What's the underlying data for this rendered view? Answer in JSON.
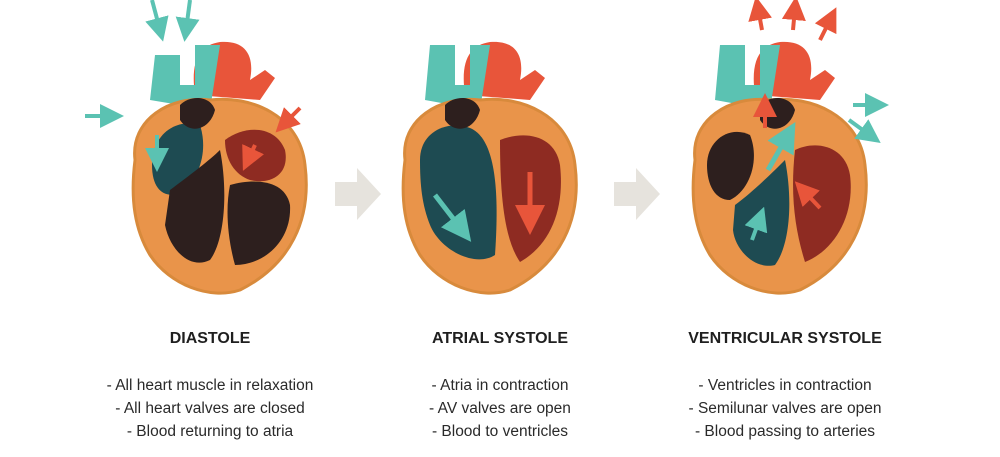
{
  "colors": {
    "teal": "#5bc2b2",
    "red": "#e8553a",
    "dark_chamber": "#2d1f1e",
    "teal_blood": "#1e4b52",
    "red_blood": "#8e2b22",
    "muscle": "#e9944a",
    "arrow_gray": "#e6e3dd"
  },
  "stages": [
    {
      "title": "DIASTOLE",
      "points": [
        "- All heart muscle in relaxation",
        "- All heart valves are closed",
        "- Blood returning to atria"
      ]
    },
    {
      "title": "ATRIAL SYSTOLE",
      "points": [
        "- Atria in contraction",
        "- AV valves are open",
        "- Blood to ventricles"
      ]
    },
    {
      "title": "VENTRICULAR SYSTOLE",
      "points": [
        "- Ventricles in contraction",
        "- Semilunar valves are open",
        "- Blood passing to arteries"
      ]
    }
  ]
}
